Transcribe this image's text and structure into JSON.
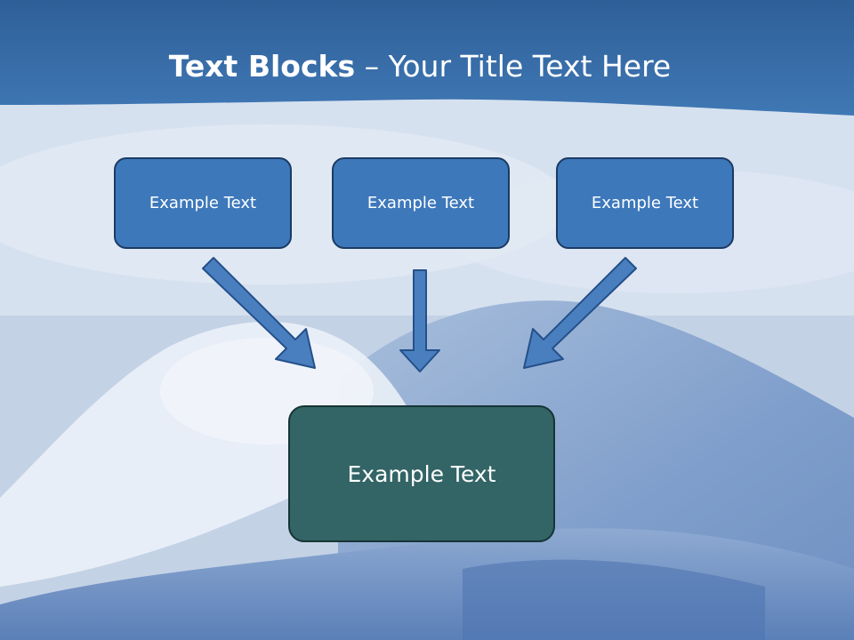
{
  "title": {
    "bold_part": "Text Blocks",
    "rest": " – Your Title Text Here"
  },
  "blocks": {
    "top_left": "Example Text",
    "top_center": "Example Text",
    "top_right": "Example Text",
    "bottom": "Example Text"
  },
  "colors": {
    "header_blue": "#3a6ea8",
    "box_blue": "#3d78bb",
    "box_teal": "#336466",
    "arrow_blue": "#4a7fbf"
  }
}
